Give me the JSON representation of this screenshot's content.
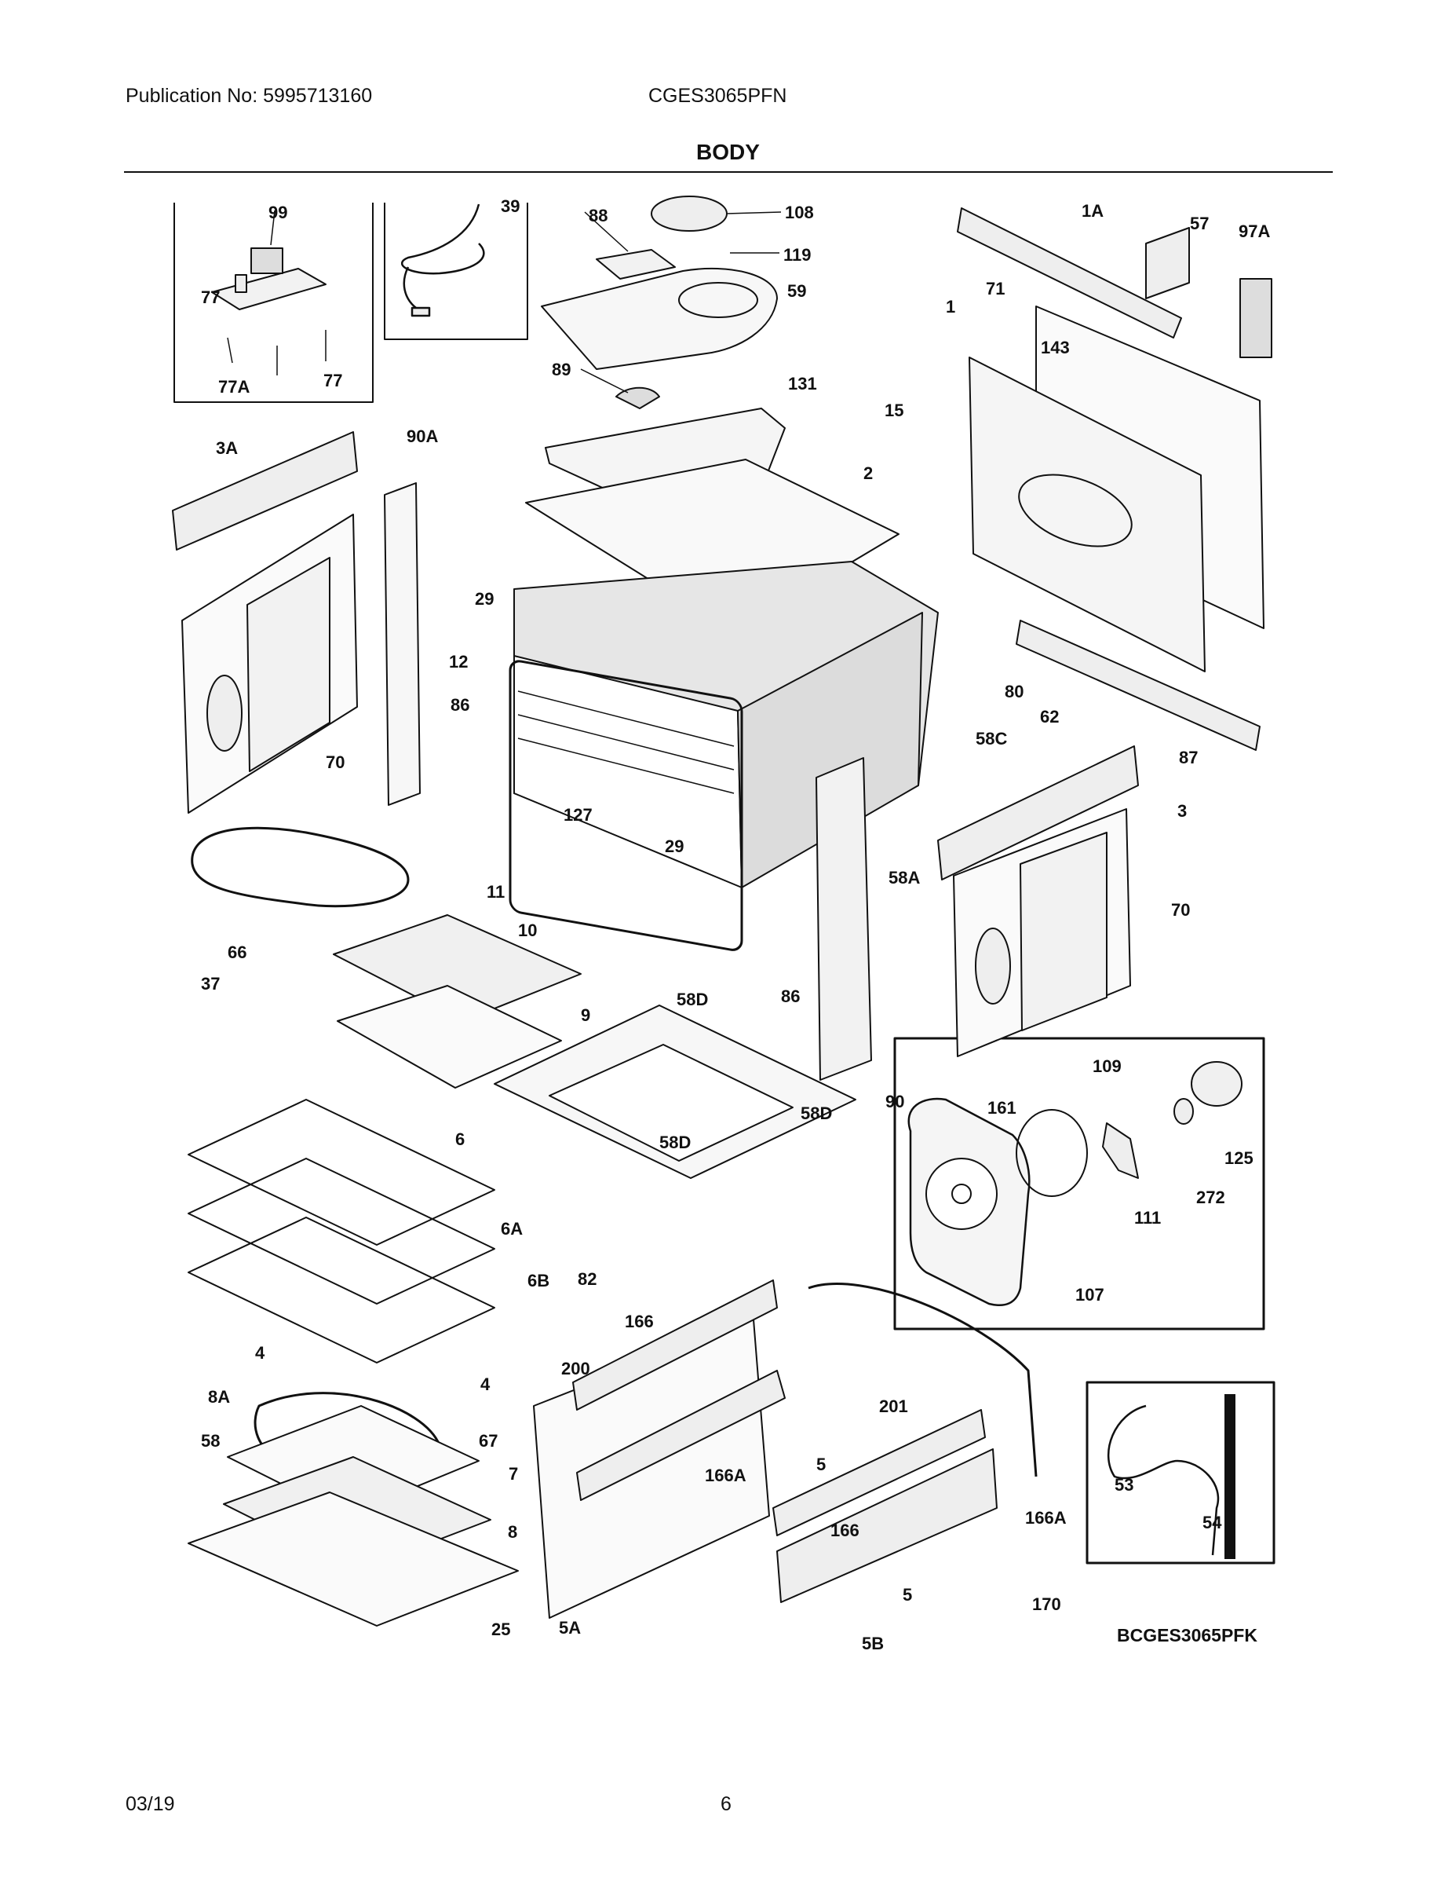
{
  "header": {
    "publication": "Publication No: 5995713160",
    "model": "CGES3065PFN"
  },
  "title": "BODY",
  "footer": {
    "date": "03/19",
    "page": "6"
  },
  "diagram_code": "BCGES3065PFK",
  "callouts": {
    "c99": "99",
    "c39": "39",
    "c88": "88",
    "c108": "108",
    "c119": "119",
    "c59": "59",
    "c1A": "1A",
    "c57": "57",
    "c97A": "97A",
    "c71": "71",
    "c1": "1",
    "c143": "143",
    "c77a": "77",
    "c77A": "77A",
    "c77b": "77",
    "c89": "89",
    "c131": "131",
    "c15": "15",
    "c3A": "3A",
    "c90A": "90A",
    "c2": "2",
    "c29a": "29",
    "c12": "12",
    "c86a": "86",
    "c70a": "70",
    "c80": "80",
    "c62": "62",
    "c87": "87",
    "c58C": "58C",
    "c3": "3",
    "c127": "127",
    "c29b": "29",
    "c11": "11",
    "c58A": "58A",
    "c70b": "70",
    "c66": "66",
    "c10": "10",
    "c37": "37",
    "c9": "9",
    "c58Da": "58D",
    "c86b": "86",
    "c90": "90",
    "c109": "109",
    "c161": "161",
    "c125": "125",
    "c58Db": "58D",
    "c58Dc": "58D",
    "c6": "6",
    "c272": "272",
    "c111": "111",
    "c6A": "6A",
    "c82": "82",
    "c6B": "6B",
    "c107": "107",
    "c4a": "4",
    "c166a": "166",
    "c4b": "4",
    "c200": "200",
    "c201": "201",
    "c8A": "8A",
    "c67": "67",
    "c58": "58",
    "c7": "7",
    "c5a": "5",
    "c166Aa": "166A",
    "c53": "53",
    "c54": "54",
    "c166Ab": "166A",
    "c166b": "166",
    "c8": "8",
    "c5b": "5",
    "c170": "170",
    "c25": "25",
    "c5A": "5A",
    "c5B": "5B"
  }
}
